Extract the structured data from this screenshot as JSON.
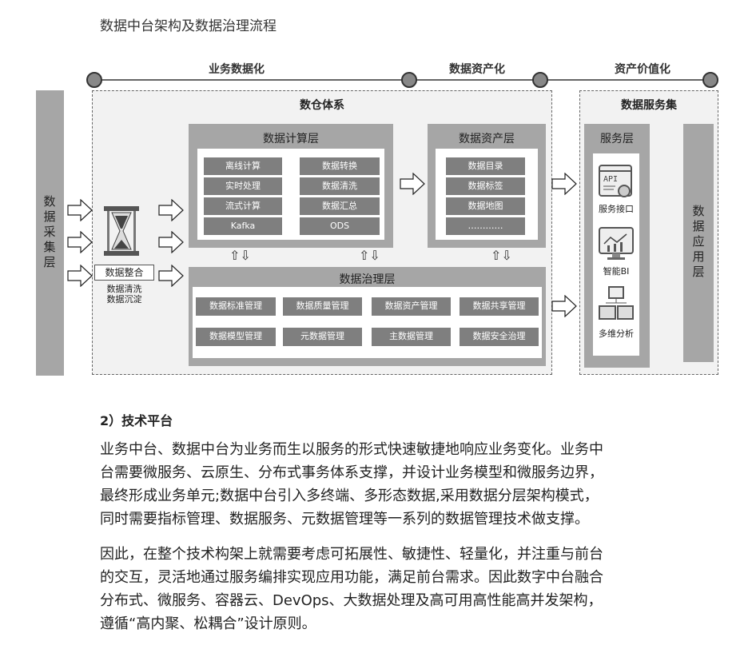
{
  "title": "数据中台架构及数据治理流程",
  "timeline": [
    "业务数据化",
    "数据资产化",
    "资产价值化"
  ],
  "left": {
    "label": "数据采集层",
    "integrate": "数据整合",
    "integrate_sub": [
      "数据清洗",
      "数据沉淀"
    ]
  },
  "warehouse": {
    "title": "数仓体系",
    "compute": {
      "title": "数据计算层",
      "items": [
        "离线计算",
        "数据转换",
        "实时处理",
        "数据清洗",
        "流式计算",
        "数据汇总",
        "Kafka",
        "ODS"
      ]
    },
    "asset": {
      "title": "数据资产层",
      "items": [
        "数据目录",
        "数据标签",
        "数据地图",
        "…………"
      ]
    },
    "governance": {
      "title": "数据治理层",
      "items": [
        "数据标准管理",
        "数据质量管理",
        "数据资产管理",
        "数据共享管理",
        "数据模型管理",
        "元数据管理",
        "主数据管理",
        "数据安全治理"
      ]
    },
    "updown": "⇧⇩"
  },
  "service": {
    "title": "数据服务集",
    "layer": "服务层",
    "items": [
      "服务接口",
      "智能BI",
      "多维分析"
    ],
    "app": "数据应用层"
  },
  "section": {
    "heading": "2）技术平台",
    "p1": [
      "业务中台、数据中台为业务而生以服务的形式快速敏捷地响应业务变化。业务中",
      "台需要微服务、云原生、分布式事务体系支撑，并设计业务模型和微服务边界，",
      "最终形成业务单元;数据中台引入多终端、多形态数据,采用数据分层架构模式，",
      "同时需要指标管理、数据服务、元数据管理等一系列的数据管理技术做支撑。"
    ],
    "p2": [
      "因此，在整个技术构架上就需要考虑可拓展性、敏捷性、轻量化，并注重与前台",
      "的交互，灵活地通过服务编排实现应用功能，满足前台需求。因此数字中台融合",
      "分布式、微服务、容器云、DevOps、大数据处理及高可用高性能高并发架构，",
      "遵循“高内聚、松耦合”设计原则。"
    ]
  }
}
